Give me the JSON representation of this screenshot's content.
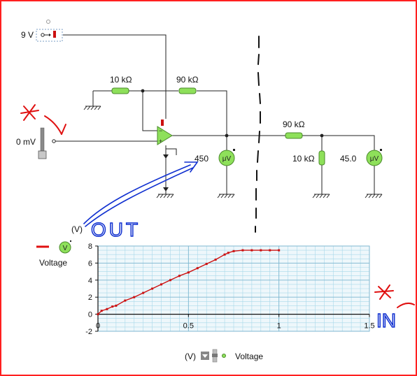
{
  "colors": {
    "wire": "#222222",
    "component_green": "#8ee05a",
    "component_stroke": "#4a8a2a",
    "annotation_red": "#e01010",
    "annotation_blue": "#1030d0",
    "plot_line": "#cc1010",
    "plot_bg": "#eef7fb",
    "grid": "#a8d8ea",
    "frame_red": "#ff2020"
  },
  "circuit": {
    "supply_label": "9 V",
    "input_label": "0 mV",
    "r_in_label": "10 kΩ",
    "r_fb_label": "90 kΩ",
    "r_div_top_label": "90 kΩ",
    "r_div_bottom_label": "10 kΩ",
    "meter_out_value": "450",
    "meter_out_unit": "μV",
    "meter_div_value": "45.0",
    "meter_div_unit": "μV"
  },
  "annotations": {
    "out_text": "OUT",
    "in_text": "IN"
  },
  "plot": {
    "y_unit_label": "(V)",
    "legend_label": "Voltage",
    "legend_icon_letter": "V",
    "probe_unit_label": "(V)",
    "probe_label": "Voltage"
  },
  "chart_data": {
    "type": "line",
    "xlim": [
      0,
      1.5
    ],
    "ylim": [
      -2,
      8
    ],
    "x_ticks": [
      "0",
      "0.5",
      "1",
      "1.5"
    ],
    "y_ticks": [
      "-2",
      "0",
      "2",
      "4",
      "6",
      "8"
    ],
    "grid": true,
    "series": [
      {
        "x": [
          0,
          0.02,
          0.05,
          0.08,
          0.1,
          0.15,
          0.2,
          0.25,
          0.3,
          0.35,
          0.4,
          0.45,
          0.5,
          0.55,
          0.6,
          0.65,
          0.7,
          0.72,
          0.75,
          0.8,
          0.85,
          0.9,
          0.95,
          1.0
        ],
        "y": [
          0,
          0.4,
          0.6,
          0.9,
          1.0,
          1.6,
          2.0,
          2.5,
          3.0,
          3.5,
          4.0,
          4.5,
          4.9,
          5.4,
          5.9,
          6.4,
          7.0,
          7.2,
          7.4,
          7.5,
          7.5,
          7.5,
          7.5,
          7.5
        ]
      }
    ]
  }
}
